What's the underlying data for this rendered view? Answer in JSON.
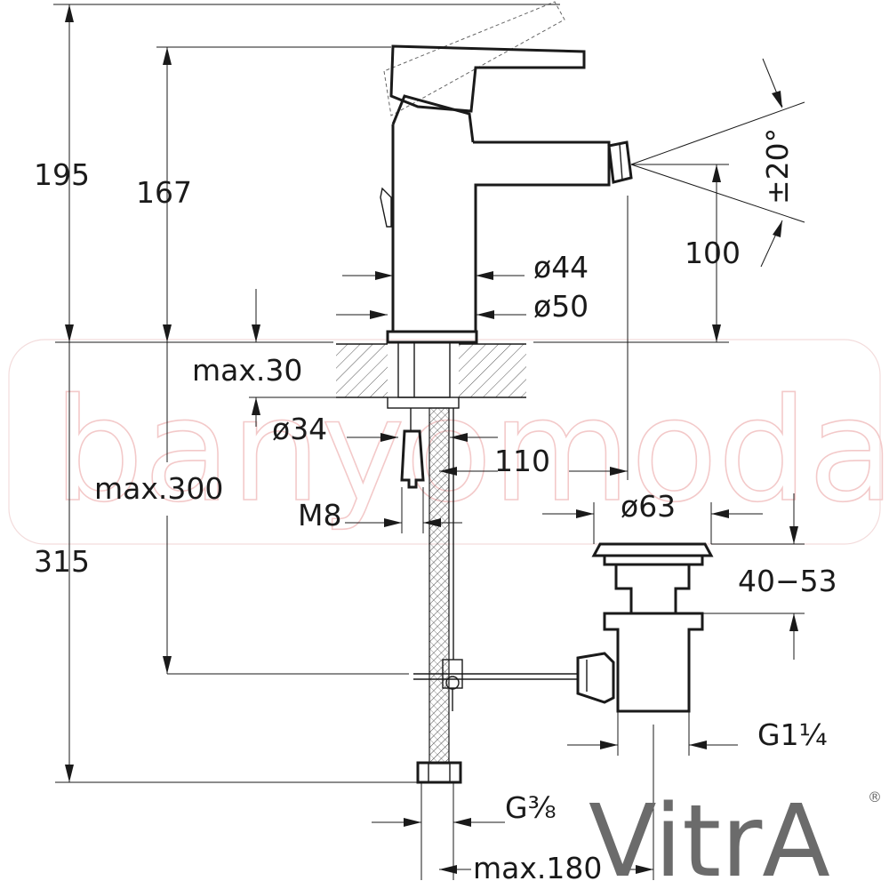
{
  "watermark": "banyomoda",
  "brand": {
    "logo_text": "VitrA",
    "registered_mark": "®",
    "logo_color": "#6b6b6b"
  },
  "dimensions": {
    "overall_height": "195",
    "spout_height": "167",
    "spray_angle": "±20°",
    "nozzle_height": "100",
    "body_diameter": "ø44",
    "base_diameter": "ø50",
    "max_deck_thickness": "max.30",
    "hole_diameter": "ø34",
    "reach": "110",
    "max_hose_length": "max.300",
    "stud_thread": "M8",
    "below_deck_length": "315",
    "waste_diameter": "ø63",
    "waste_range": "40−53",
    "waste_thread": "G1¼",
    "inlet_thread": "G⅜",
    "max_pop_up": "max.180"
  }
}
